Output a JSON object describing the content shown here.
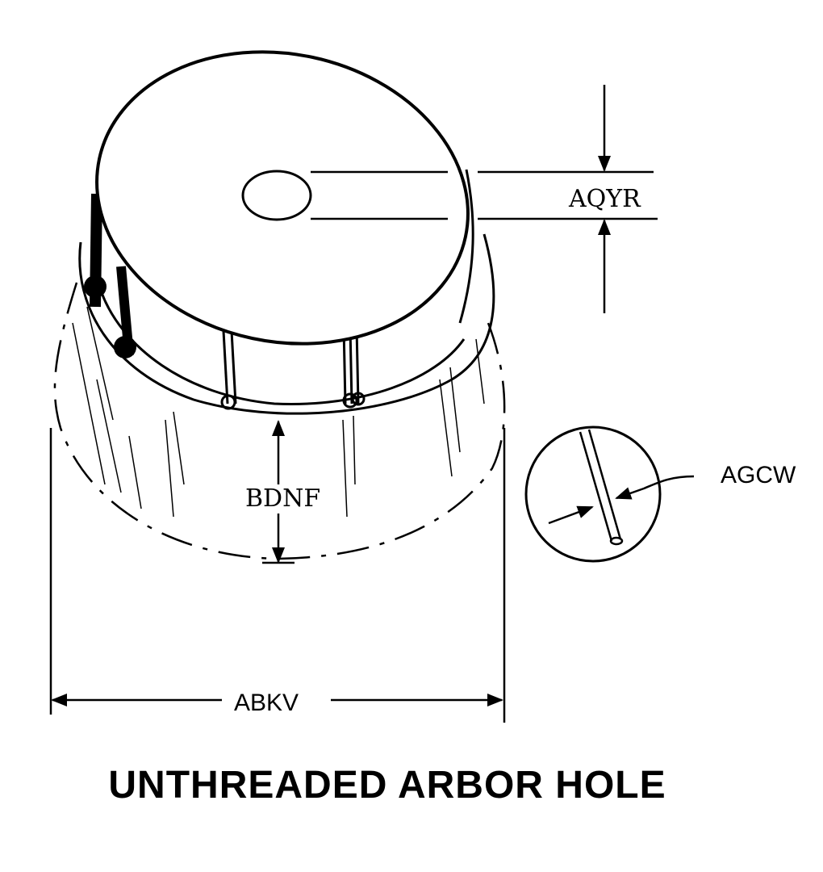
{
  "diagram": {
    "title": "UNTHREADED ARBOR HOLE",
    "dimensions": {
      "arbor_hole_diameter": "AQYR",
      "hub_height": "BDNF",
      "overall_diameter": "ABKV",
      "wire_diameter": "AGCW"
    }
  }
}
